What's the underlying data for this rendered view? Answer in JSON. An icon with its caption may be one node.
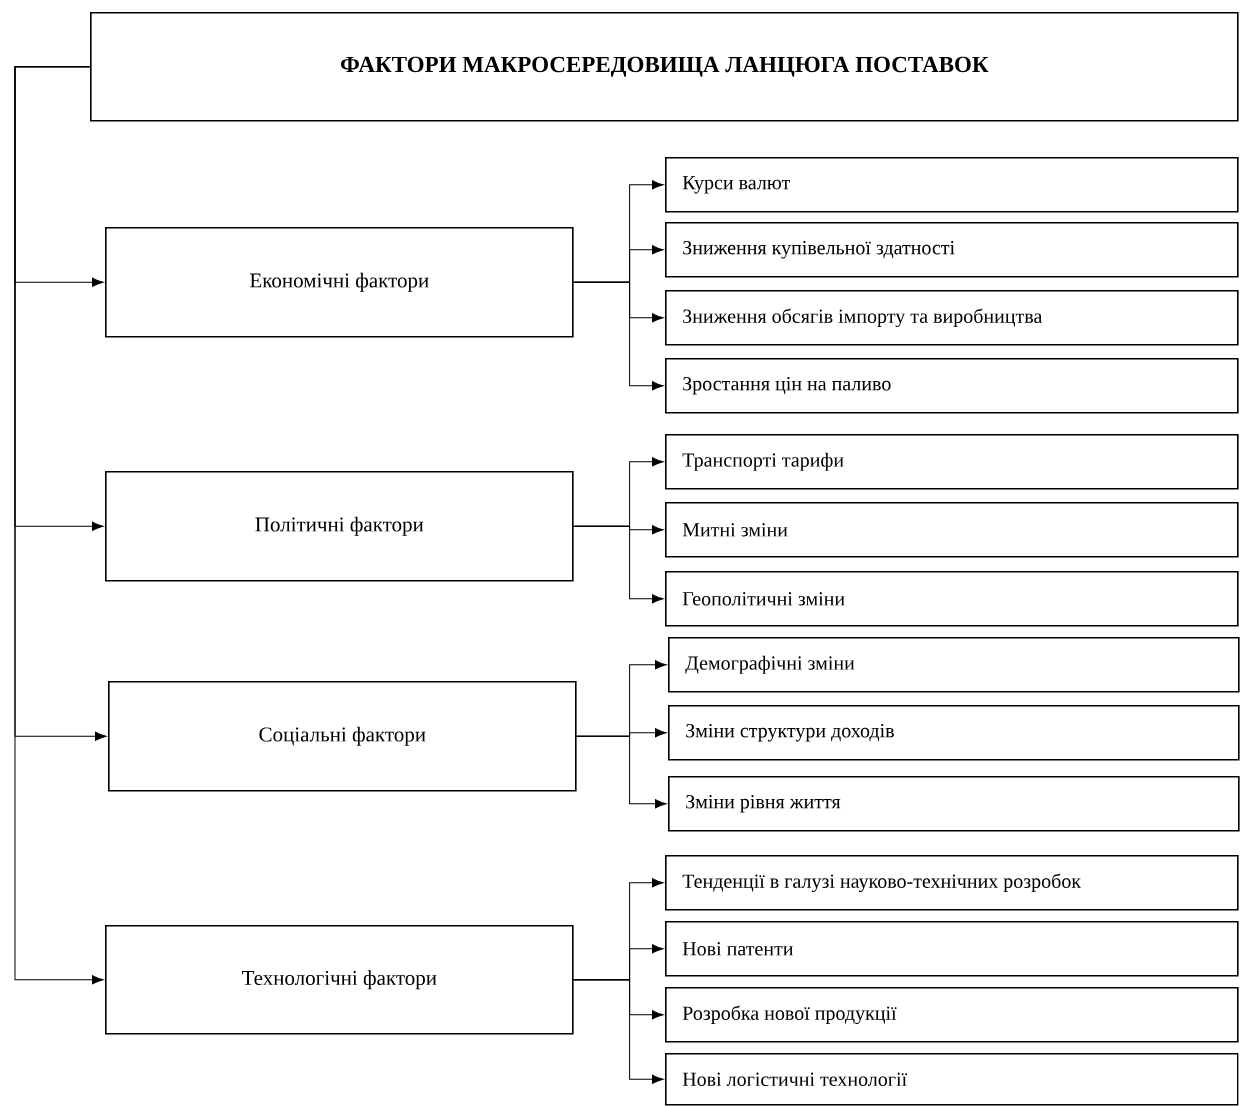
{
  "diagram": {
    "nodes": [
      {
        "text": [
          "ФАКТОРИ МАКРОСЕРЕДОВИЩА ЛАНЦЮГА ПОСТАВОК"
        ]
      },
      {
        "text": [
          "Економічні фактори"
        ]
      },
      {
        "text": [
          "Курси валют"
        ]
      },
      {
        "text": [
          "Зниження купівельної здатності"
        ]
      },
      {
        "text": [
          "Зниження обсягів імпорту та виробництва"
        ]
      },
      {
        "text": [
          "Зростання цін на паливо"
        ]
      },
      {
        "text": [
          "Політичні фактори"
        ]
      },
      {
        "text": [
          "Транспорті тарифи"
        ]
      },
      {
        "text": [
          "Митні зміни"
        ]
      },
      {
        "text": [
          "Геополітичні зміни"
        ]
      },
      {
        "text": [
          "Соціальні фактори"
        ]
      },
      {
        "text": [
          "Демографічні зміни"
        ]
      },
      {
        "text": [
          "Зміни структури доходів"
        ]
      },
      {
        "text": [
          "Зміни рівня життя"
        ]
      },
      {
        "text": [
          "Технологічні фактори"
        ]
      },
      {
        "text": [
          "Тенденції в галузі науково-технічних розробок"
        ]
      },
      {
        "text": [
          "Нові патенти"
        ]
      },
      {
        "text": [
          "Розробка нової продукції"
        ]
      },
      {
        "text": [
          "Нові логістичні технології"
        ]
      }
    ],
    "edges": [
      {
        "from": 0,
        "to": 1,
        "arrow": "to"
      },
      {
        "from": 0,
        "to": 6,
        "arrow": "to"
      },
      {
        "from": 0,
        "to": 10,
        "arrow": "to"
      },
      {
        "from": 0,
        "to": 14,
        "arrow": "to"
      },
      {
        "from": 1,
        "to": 2,
        "arrow": "to"
      },
      {
        "from": 1,
        "to": 3,
        "arrow": "to"
      },
      {
        "from": 1,
        "to": 4,
        "arrow": "to"
      },
      {
        "from": 1,
        "to": 5,
        "arrow": "to"
      },
      {
        "from": 6,
        "to": 7,
        "arrow": "to"
      },
      {
        "from": 6,
        "to": 8,
        "arrow": "to"
      },
      {
        "from": 6,
        "to": 9,
        "arrow": "to"
      },
      {
        "from": 10,
        "to": 11,
        "arrow": "to"
      },
      {
        "from": 10,
        "to": 12,
        "arrow": "to"
      },
      {
        "from": 10,
        "to": 13,
        "arrow": "to"
      },
      {
        "from": 14,
        "to": 15,
        "arrow": "to"
      },
      {
        "from": 14,
        "to": 16,
        "arrow": "to"
      },
      {
        "from": 14,
        "to": 17,
        "arrow": "to"
      },
      {
        "from": 14,
        "to": 18,
        "arrow": "to"
      }
    ]
  }
}
